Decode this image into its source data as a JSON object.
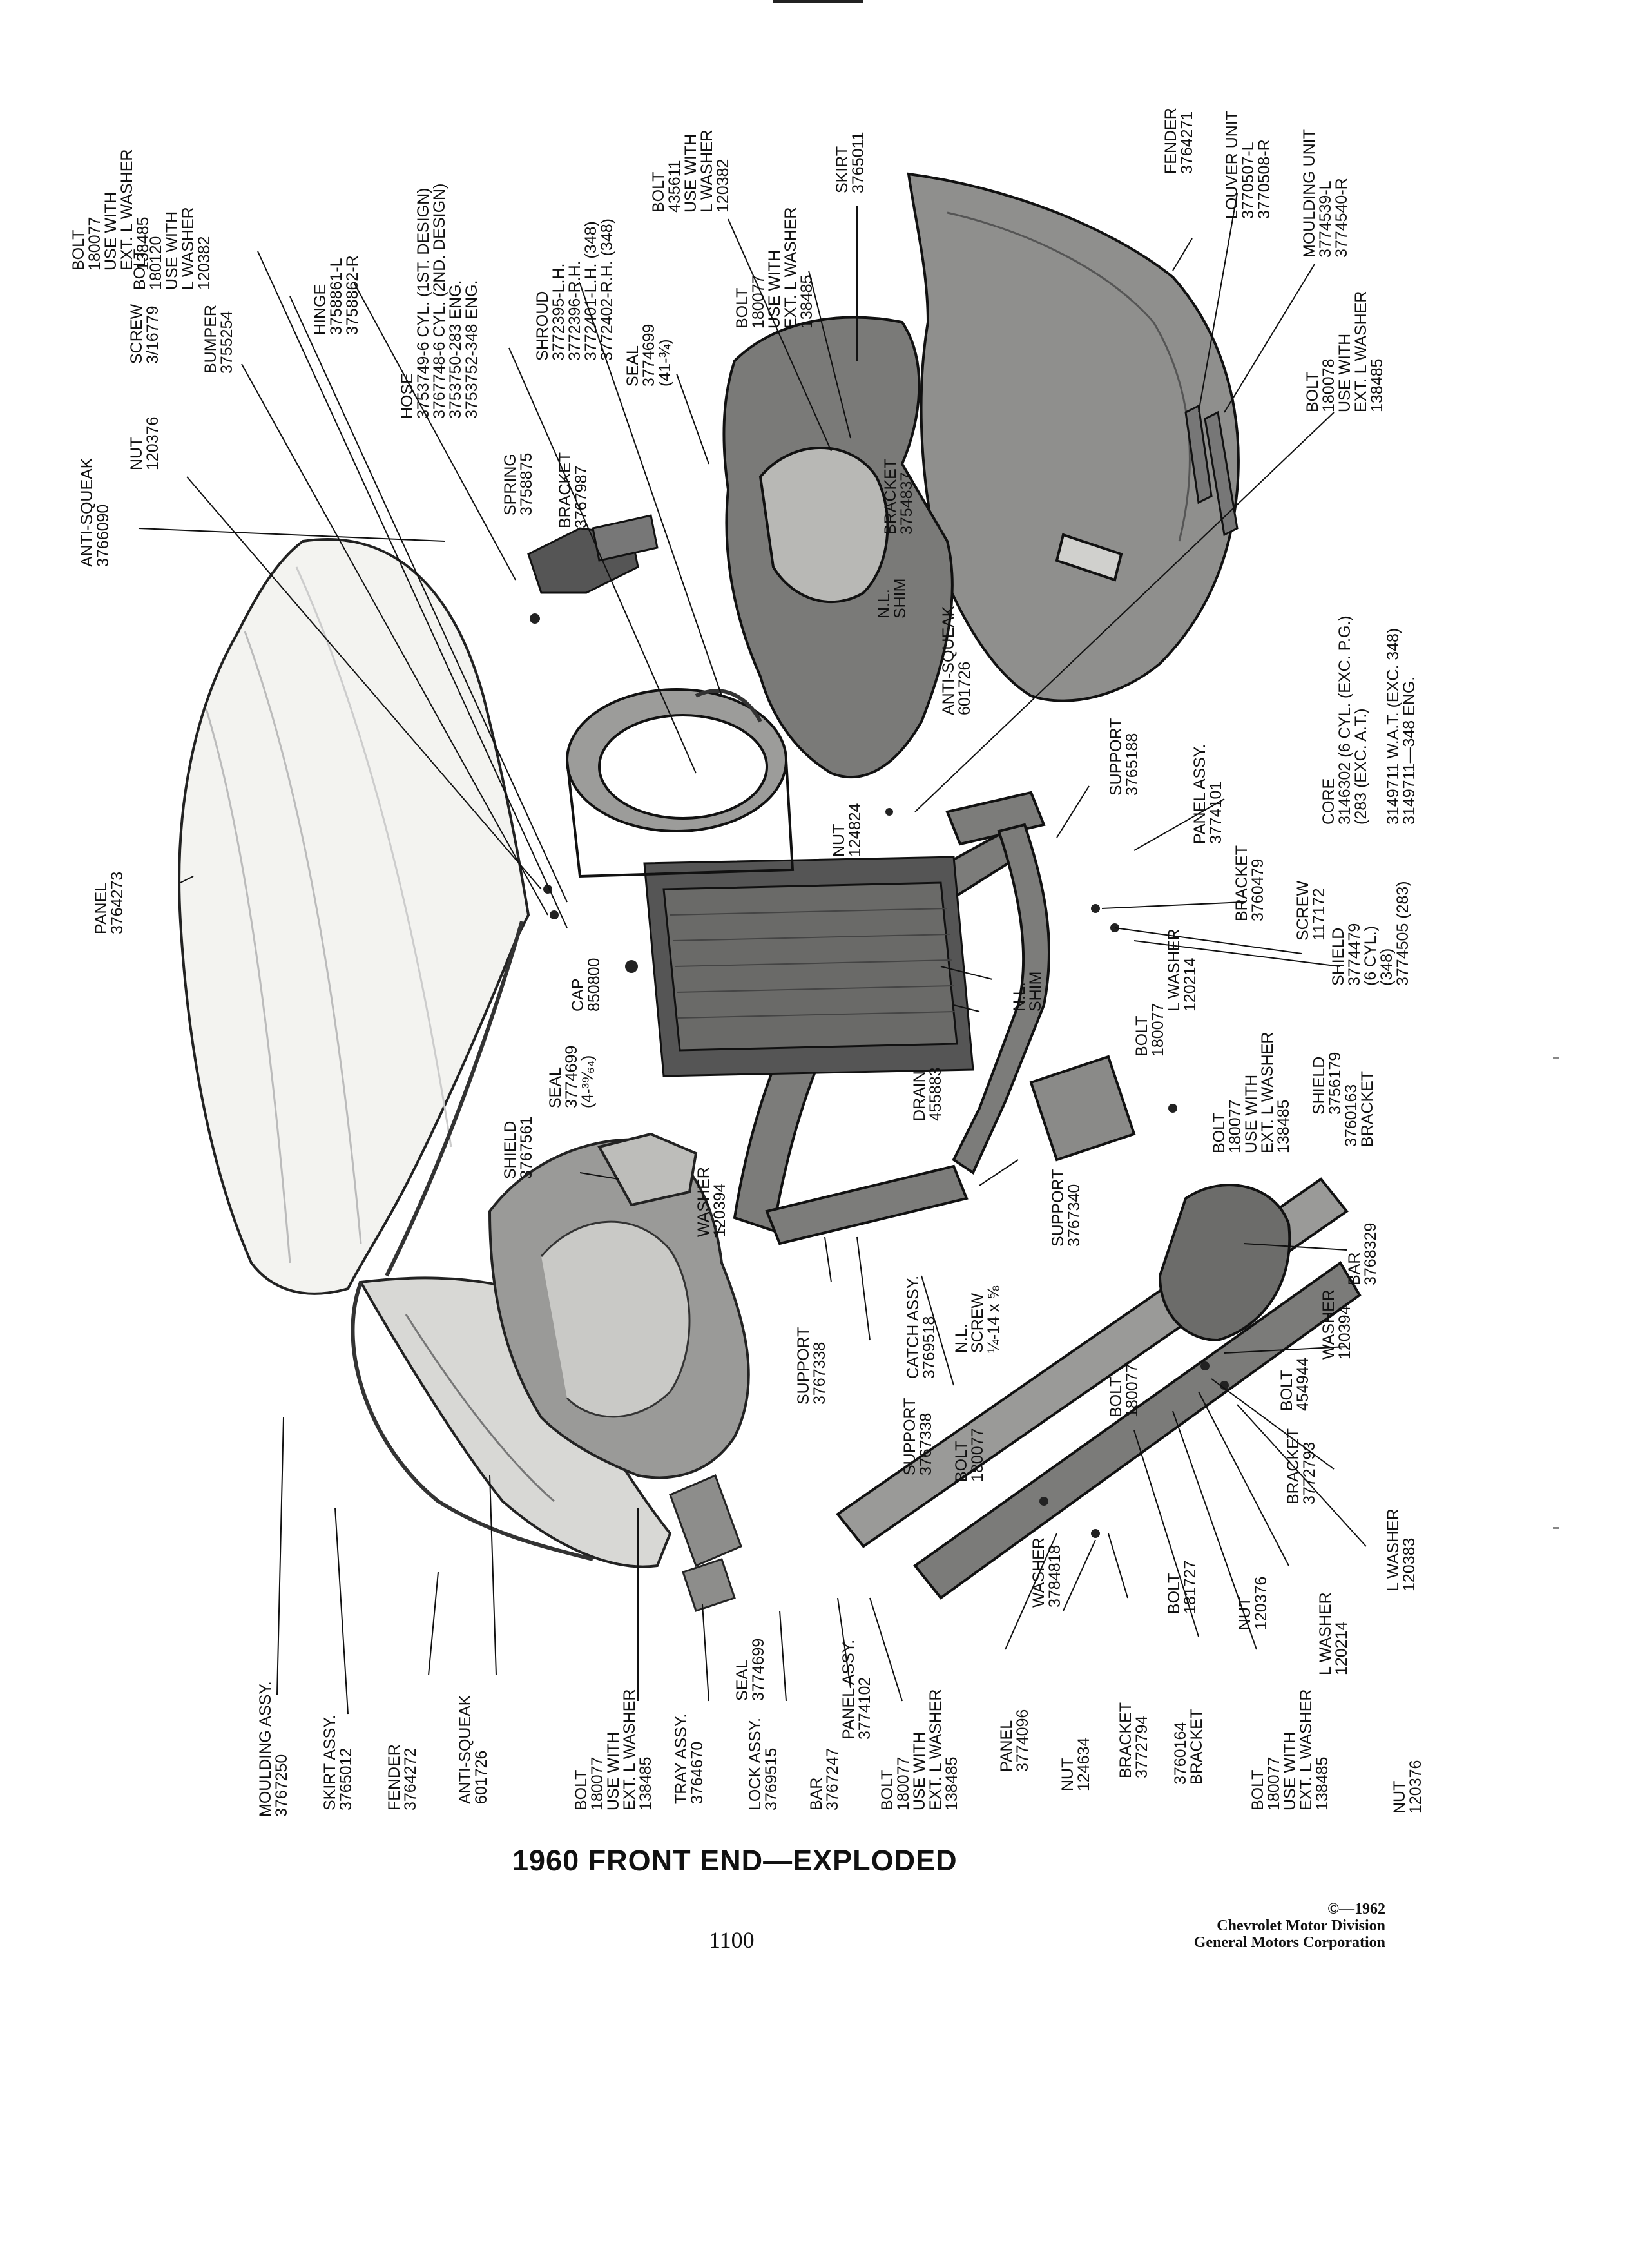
{
  "page": {
    "title": "1960 FRONT END—EXPLODED",
    "page_number": "1100",
    "copyright": [
      "©—1962",
      "Chevrolet Motor Division",
      "General Motors Corporation"
    ]
  },
  "labels": [
    {
      "lines": [
        "BOLT",
        "180077",
        "USE WITH",
        "EXT. L WASHER",
        "138485"
      ]
    },
    {
      "lines": [
        "BOLT",
        "180120",
        "USE WITH",
        "L WASHER",
        "120382"
      ]
    },
    {
      "lines": [
        "HINGE",
        "3758861-L",
        "3758862-R"
      ]
    },
    {
      "lines": [
        "BUMPER",
        "3755254"
      ]
    },
    {
      "lines": [
        "SCREW",
        "3/16779"
      ]
    },
    {
      "lines": [
        "NUT",
        "120376"
      ]
    },
    {
      "lines": [
        "ANTI-SQUEAK",
        "3766090"
      ]
    },
    {
      "lines": [
        "HOSE",
        "3753749-6 CYL. (1ST. DESIGN)",
        "3767748-6 CYL. (2ND. DESIGN)",
        "3753750-283 ENG.",
        "3753752-348 ENG."
      ]
    },
    {
      "lines": [
        "SHROUD",
        "3772395-L.H.",
        "3772396-R.H.",
        "3772401-L.H. (348)",
        "3772402-R.H. (348)"
      ]
    },
    {
      "lines": [
        "BOLT",
        "435611",
        "USE WITH",
        "L WASHER",
        "120382"
      ]
    },
    {
      "lines": [
        "SKIRT",
        "3765011"
      ]
    },
    {
      "lines": [
        "BOLT",
        "180077",
        "USE WITH",
        "EXT. L WASHER",
        "138485"
      ]
    },
    {
      "lines": [
        "SEAL",
        "3774699",
        "(41-¾)"
      ]
    },
    {
      "lines": [
        "SPRING",
        "3758875"
      ]
    },
    {
      "lines": [
        "BRACKET",
        "3767987"
      ]
    },
    {
      "lines": [
        "BRACKET",
        "3754837"
      ]
    },
    {
      "lines": [
        "N.L.",
        "SHIM"
      ]
    },
    {
      "lines": [
        "ANTI-SQUEAK",
        "601726"
      ]
    },
    {
      "lines": [
        "FENDER",
        "3764271"
      ]
    },
    {
      "lines": [
        "LOUVER UNIT",
        "3770507-L",
        "3770508-R"
      ]
    },
    {
      "lines": [
        "MOULDING UNIT",
        "3774539-L",
        "3774540-R"
      ]
    },
    {
      "lines": [
        "BOLT",
        "180078",
        "USE WITH",
        "EXT. L WASHER",
        "138485"
      ]
    },
    {
      "lines": [
        "PANEL",
        "3764273"
      ]
    },
    {
      "lines": [
        "NUT",
        "124824"
      ]
    },
    {
      "lines": [
        "SUPPORT",
        "3765188"
      ]
    },
    {
      "lines": [
        "PANEL ASSY.",
        "3774101"
      ]
    },
    {
      "lines": [
        "CORE",
        "3146302 (6 CYL. (EXC. P.G.)",
        "(283 (EXC. A.T.)",
        "3149711 W.A.T. (EXC. 348)",
        "3149711—348 ENG."
      ]
    },
    {
      "lines": [
        "BRACKET",
        "3760479"
      ]
    },
    {
      "lines": [
        "SCREW",
        "117172"
      ]
    },
    {
      "lines": [
        "SHIELD",
        "3774479",
        "(6 CYL.)",
        "(348)",
        "3774505 (283)"
      ]
    },
    {
      "lines": [
        "SEAL",
        "3774699",
        "(4-³⁹⁄₆₄)"
      ]
    },
    {
      "lines": [
        "CAP",
        "850800"
      ]
    },
    {
      "lines": [
        "DRAIN",
        "455883"
      ]
    },
    {
      "lines": [
        "N.L.",
        "SHIM"
      ]
    },
    {
      "lines": [
        "BOLT",
        "180077"
      ]
    },
    {
      "lines": [
        "L WASHER",
        "120214"
      ]
    },
    {
      "lines": [
        "BOLT",
        "180077",
        "USE WITH",
        "EXT. L WASHER",
        "138485"
      ]
    },
    {
      "lines": [
        "SHIELD",
        "3756179"
      ]
    },
    {
      "lines": [
        "3760163",
        "BRACKET"
      ]
    },
    {
      "lines": [
        "SHIELD",
        "3767561"
      ]
    },
    {
      "lines": [
        "WASHER",
        "120394"
      ]
    },
    {
      "lines": [
        "SUPPORT",
        "3767340"
      ]
    },
    {
      "lines": [
        "N.L.",
        "SCREW",
        "¼-14 x ⅝"
      ]
    },
    {
      "lines": [
        "BAR",
        "3768329"
      ]
    },
    {
      "lines": [
        "WASHER",
        "120394"
      ]
    },
    {
      "lines": [
        "BOLT",
        "454944"
      ]
    },
    {
      "lines": [
        "BOLT",
        "180077"
      ]
    },
    {
      "lines": [
        "SUPPORT",
        "3767338"
      ]
    },
    {
      "lines": [
        "CATCH ASSY.",
        "3769518"
      ]
    },
    {
      "lines": [
        "BOLT",
        "180077"
      ]
    },
    {
      "lines": [
        "SUPPORT",
        "3767338"
      ]
    },
    {
      "lines": [
        "BRACKET",
        "3772793"
      ]
    },
    {
      "lines": [
        "WASHER",
        "3784818"
      ]
    },
    {
      "lines": [
        "BOLT",
        "181727"
      ]
    },
    {
      "lines": [
        "NUT",
        "120376"
      ]
    },
    {
      "lines": [
        "L WASHER",
        "120214"
      ]
    },
    {
      "lines": [
        "L WASHER",
        "120383"
      ]
    },
    {
      "lines": [
        "MOULDING ASSY.",
        "3767250"
      ]
    },
    {
      "lines": [
        "SKIRT ASSY.",
        "3765012"
      ]
    },
    {
      "lines": [
        "FENDER",
        "3764272"
      ]
    },
    {
      "lines": [
        "ANTI-SQUEAK",
        "601726"
      ]
    },
    {
      "lines": [
        "BOLT",
        "180077",
        "USE WITH",
        "EXT. L WASHER",
        "138485"
      ]
    },
    {
      "lines": [
        "TRAY ASSY.",
        "3764670"
      ]
    },
    {
      "lines": [
        "SEAL",
        "3774699"
      ]
    },
    {
      "lines": [
        "LOCK ASSY.",
        "3769515"
      ]
    },
    {
      "lines": [
        "BAR",
        "3767247"
      ]
    },
    {
      "lines": [
        "PANEL ASSY.",
        "3774102"
      ]
    },
    {
      "lines": [
        "BOLT",
        "180077",
        "USE WITH",
        "EXT. L WASHER",
        "138485"
      ]
    },
    {
      "lines": [
        "PANEL",
        "3774096"
      ]
    },
    {
      "lines": [
        "NUT",
        "124634"
      ]
    },
    {
      "lines": [
        "BRACKET",
        "3772794"
      ]
    },
    {
      "lines": [
        "3760164",
        "BRACKET"
      ]
    },
    {
      "lines": [
        "BOLT",
        "180077",
        "USE WITH",
        "EXT. L WASHER",
        "138485"
      ]
    },
    {
      "lines": [
        "NUT",
        "120376"
      ]
    }
  ]
}
